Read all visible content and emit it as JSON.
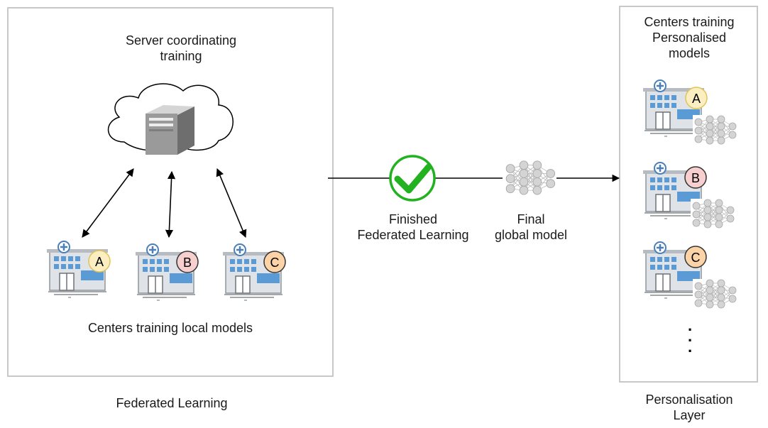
{
  "federated_panel": {
    "server_label": "Server coordinating\ntraining",
    "centers_label": "Centers training local models",
    "caption": "Federated Learning"
  },
  "middle": {
    "finished_label": "Finished\nFederated Learning",
    "final_model_label": "Final\nglobal model"
  },
  "personalisation_panel": {
    "title": "Centers training\nPersonalised\nmodels",
    "caption": "Personalisation\nLayer",
    "ellipsis": "."
  },
  "centers": [
    "A",
    "B",
    "C"
  ],
  "colors": {
    "center_a": "#fbefc1",
    "center_b": "#f8cfcf",
    "center_c": "#fcd3a6",
    "check": "#22b11f",
    "panel_border": "#c8c8c8",
    "building_blue": "#5b9bd5",
    "building_gray": "#dfe3e8"
  },
  "icons": [
    "cloud-icon",
    "server-icon",
    "hospital-icon",
    "checkmark-icon",
    "neural-network-icon"
  ]
}
